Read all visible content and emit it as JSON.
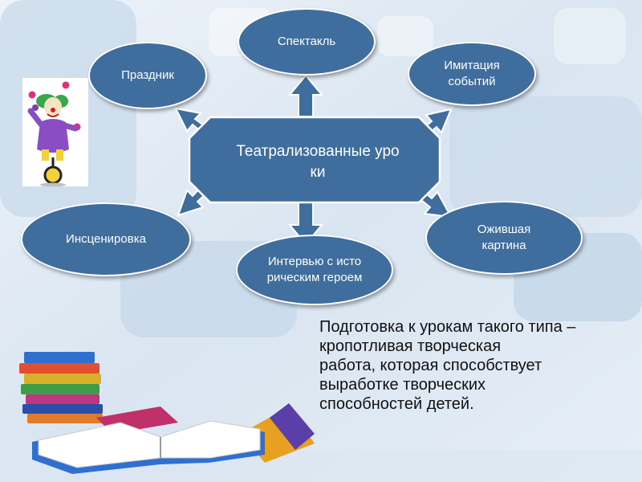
{
  "colors": {
    "node_fill": "#3e6d9e",
    "node_border": "#ffffff",
    "arrow_fill": "#3e6d9e",
    "background": "#dfe9f3",
    "text_dark": "#111111"
  },
  "diagram": {
    "center": "Театрализованные уроки",
    "nodes": {
      "spectacle": "Спектакль",
      "holiday": "Праздник",
      "imitation": "Имитация событий",
      "staging": "Инсценировка",
      "interview": "Интервью с историческим героем",
      "living_picture": "Ожившая картина"
    }
  },
  "note": {
    "line1": "Подготовка к урокам такого типа –",
    "line2": "кропотливая творческая",
    "line3": "работа, которая способствует",
    "line4": "выработке творческих",
    "line5": "способностей детей."
  },
  "illustrations": {
    "clown": "juggling-clown-icon",
    "books": "books-stack-icon"
  }
}
